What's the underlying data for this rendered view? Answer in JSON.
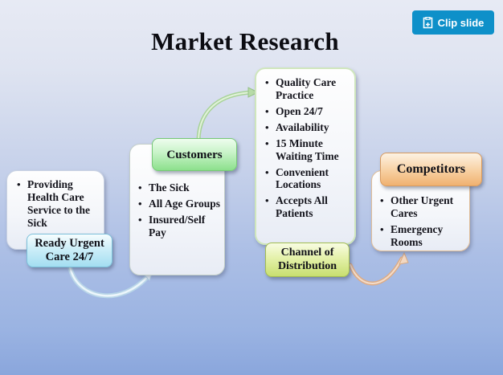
{
  "page": {
    "title": "Market Research"
  },
  "clip_button": {
    "label": "Clip slide"
  },
  "diagram": {
    "ready": {
      "label": "Ready Urgent Care 24/7",
      "bullets": [
        "Providing Health Care Service to the Sick"
      ]
    },
    "customers": {
      "label": "Customers",
      "bullets": [
        "The Sick",
        "All Age Groups",
        "Insured/Self Pay"
      ]
    },
    "channel": {
      "label": "Channel of Distribution",
      "bullets": [
        "Quality Care Practice",
        "Open 24/7",
        "Availability",
        "15 Minute Waiting Time",
        "Convenient Locations",
        "Accepts All Patients"
      ]
    },
    "competitors": {
      "label": "Competitors",
      "bullets": [
        "Other Urgent Cares",
        "Emergency Rooms"
      ]
    }
  },
  "colors": {
    "clip_button_bg": "#0e90c9",
    "customers_tag": "#8ce08c",
    "channel_tag": "#c8df70",
    "competitors_tag": "#f0b170",
    "ready_tag": "#a3def1",
    "background_bottom": "#8aa6dc"
  }
}
